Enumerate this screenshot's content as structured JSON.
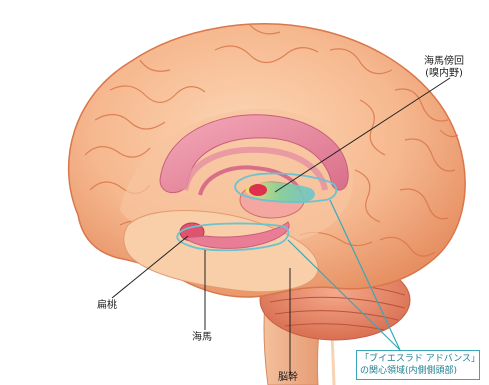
{
  "labels": {
    "parahippocampal_line1": "海馬傍回",
    "parahippocampal_line2": "(嗅内野)",
    "amygdala": "扁桃",
    "hippocampus": "海馬",
    "cerebellum": "脳幹"
  },
  "callout": {
    "line1": "「ブイエスラド アドバンス」",
    "line2": "の関心領域(内側側頭部)"
  },
  "colors": {
    "cortex": "#f6b88f",
    "cortex_shadow": "#e68f62",
    "sulcus": "#d9774a",
    "limbic": "#ec8fa4",
    "highlight_outline": "#6bc3cf",
    "callout_border": "#3aa7b8",
    "brainstem": "#f0b48c"
  }
}
